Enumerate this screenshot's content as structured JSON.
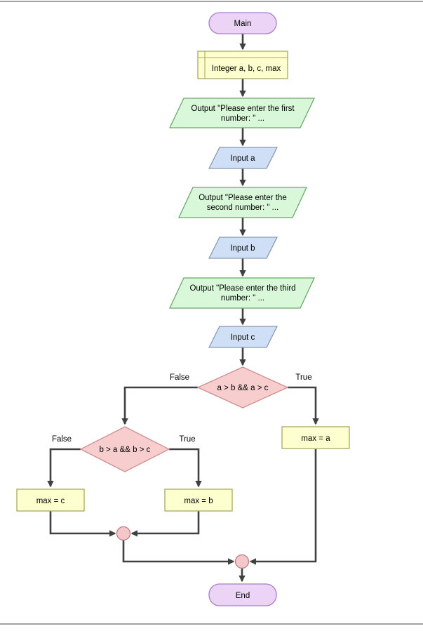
{
  "canvas": {
    "background": "#ffffff",
    "frame_line_color": "#a3a3a3"
  },
  "colors": {
    "line": "#404040",
    "text": "#000000",
    "terminal_fill": "#ecd4f7",
    "terminal_stroke": "#a87dca",
    "declare_fill": "#feffce",
    "declare_stroke": "#a8a862",
    "output_fill": "#d9f7d9",
    "output_stroke": "#6aa86a",
    "input_fill": "#cfdff5",
    "input_stroke": "#8999b3",
    "decision_fill": "#f8cdcd",
    "decision_stroke": "#cf8f8f",
    "assign_fill": "#feffce",
    "assign_stroke": "#a8a862",
    "join_fill": "#f5c6ca",
    "join_stroke": "#bb7f85"
  },
  "nodes": {
    "main": {
      "label": "Main"
    },
    "declare": {
      "label": "Integer a, b, c, max"
    },
    "output_first": {
      "lines": [
        "Output \"Please enter the first",
        "number: \" ..."
      ]
    },
    "input_a": {
      "label": "Input a"
    },
    "output_second": {
      "lines": [
        "Output \"Please enter the",
        "second number: \" ..."
      ]
    },
    "input_b": {
      "label": "Input b"
    },
    "output_third": {
      "lines": [
        "Output \"Please enter the third",
        "number: \" ..."
      ]
    },
    "input_c": {
      "label": "Input c"
    },
    "decision_a": {
      "label": "a > b && a > c",
      "false_label": "False",
      "true_label": "True"
    },
    "decision_b": {
      "label": "b > a && b > c",
      "false_label": "False",
      "true_label": "True"
    },
    "assign_max_a": {
      "label": "max = a"
    },
    "assign_max_b": {
      "label": "max = b"
    },
    "assign_max_c": {
      "label": "max = c"
    },
    "end": {
      "label": "End"
    }
  }
}
